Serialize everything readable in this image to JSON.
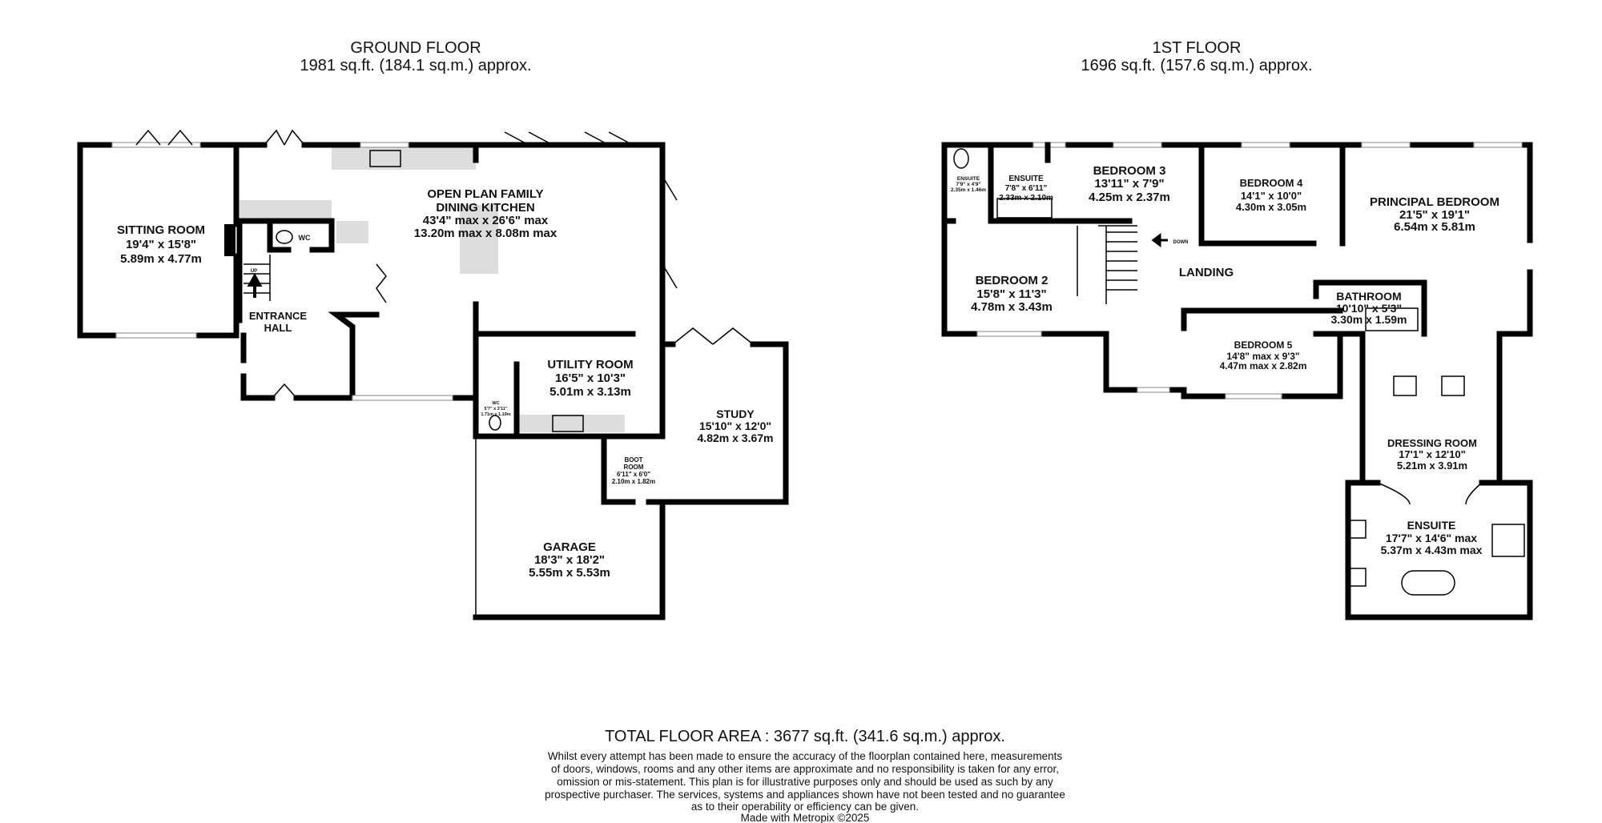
{
  "ground_floor": {
    "title": "GROUND FLOOR",
    "area": "1981 sq.ft. (184.1 sq.m.) approx.",
    "rooms": {
      "sitting": {
        "name": "SITTING ROOM",
        "imperial": "19'4\"  x 15'8\"",
        "metric": "5.89m  x 4.77m"
      },
      "kitchen": {
        "name1": "OPEN PLAN FAMILY",
        "name2": "DINING KITCHEN",
        "imperial": "43'4\" max x 26'6\" max",
        "metric": "13.20m max x 8.08m max"
      },
      "hall": {
        "name1": "ENTRANCE",
        "name2": "HALL"
      },
      "wc": {
        "name": "WC"
      },
      "utility": {
        "name": "UTILITY ROOM",
        "imperial": "16'5\"  x 10'3\"",
        "metric": "5.01m  x 3.13m"
      },
      "utility_wc": {
        "name": "WC",
        "imperial": "5'7\"  x 3'11\"",
        "metric": "1.71m  x 1.19m"
      },
      "study": {
        "name": "STUDY",
        "imperial": "15'10\"  x 12'0\"",
        "metric": "4.82m  x 3.67m"
      },
      "boot": {
        "name1": "BOOT",
        "name2": "ROOM",
        "imperial": "6'11\"  x 6'0\"",
        "metric": "2.10m  x 1.82m"
      },
      "garage": {
        "name": "GARAGE",
        "imperial": "18'3\"  x 18'2\"",
        "metric": "5.55m  x 5.53m"
      }
    },
    "stairs_label": "UP"
  },
  "first_floor": {
    "title": "1ST FLOOR",
    "area": "1696 sq.ft. (157.6 sq.m.) approx.",
    "rooms": {
      "ensuite_small": {
        "name": "ENSUITE",
        "imperial": "7'9\"  x 4'9\"",
        "metric": "2.35m  x 1.46m"
      },
      "ensuite_2": {
        "name": "ENSUITE",
        "imperial": "7'8\"  x 6'11\"",
        "metric": "2.33m  x 2.10m"
      },
      "bedroom3": {
        "name": "BEDROOM 3",
        "imperial": "13'11\"  x 7'9\"",
        "metric": "4.25m  x 2.37m"
      },
      "bedroom4": {
        "name": "BEDROOM 4",
        "imperial": "14'1\"  x 10'0\"",
        "metric": "4.30m  x 3.05m"
      },
      "principal": {
        "name": "PRINCIPAL BEDROOM",
        "imperial": "21'5\"  x 19'1\"",
        "metric": "6.54m  x 5.81m"
      },
      "bedroom2": {
        "name": "BEDROOM 2",
        "imperial": "15'8\"  x 11'3\"",
        "metric": "4.78m  x 3.43m"
      },
      "landing": {
        "name": "LANDING"
      },
      "bathroom": {
        "name": "BATHROOM",
        "imperial": "10'10\"  x 5'3\"",
        "metric": "3.30m  x 1.59m"
      },
      "bedroom5": {
        "name": "BEDROOM 5",
        "imperial": "14'8\" max x 9'3\"",
        "metric": "4.47m max x 2.82m"
      },
      "dressing": {
        "name": "DRESSING ROOM",
        "imperial": "17'1\"  x 12'10\"",
        "metric": "5.21m  x 3.91m"
      },
      "ensuite_principal": {
        "name": "ENSUITE",
        "imperial": "17'7\"  x 14'6\" max",
        "metric": "5.37m  x 4.43m max"
      }
    },
    "stairs_label": "DOWN"
  },
  "footer": {
    "total": "TOTAL FLOOR AREA : 3677 sq.ft. (341.6 sq.m.) approx.",
    "disclaimer": [
      "Whilst every attempt has been made to ensure the accuracy of the floorplan contained here, measurements",
      "of doors, windows, rooms and any other items are approximate and no responsibility is taken for any error,",
      "omission or mis-statement. This plan is for illustrative purposes only and should be used as such by any",
      "prospective purchaser. The services, systems and appliances shown have not been tested and no guarantee",
      "as to their operability or efficiency can be given."
    ],
    "credit": "Made with Metropix ©2025"
  }
}
